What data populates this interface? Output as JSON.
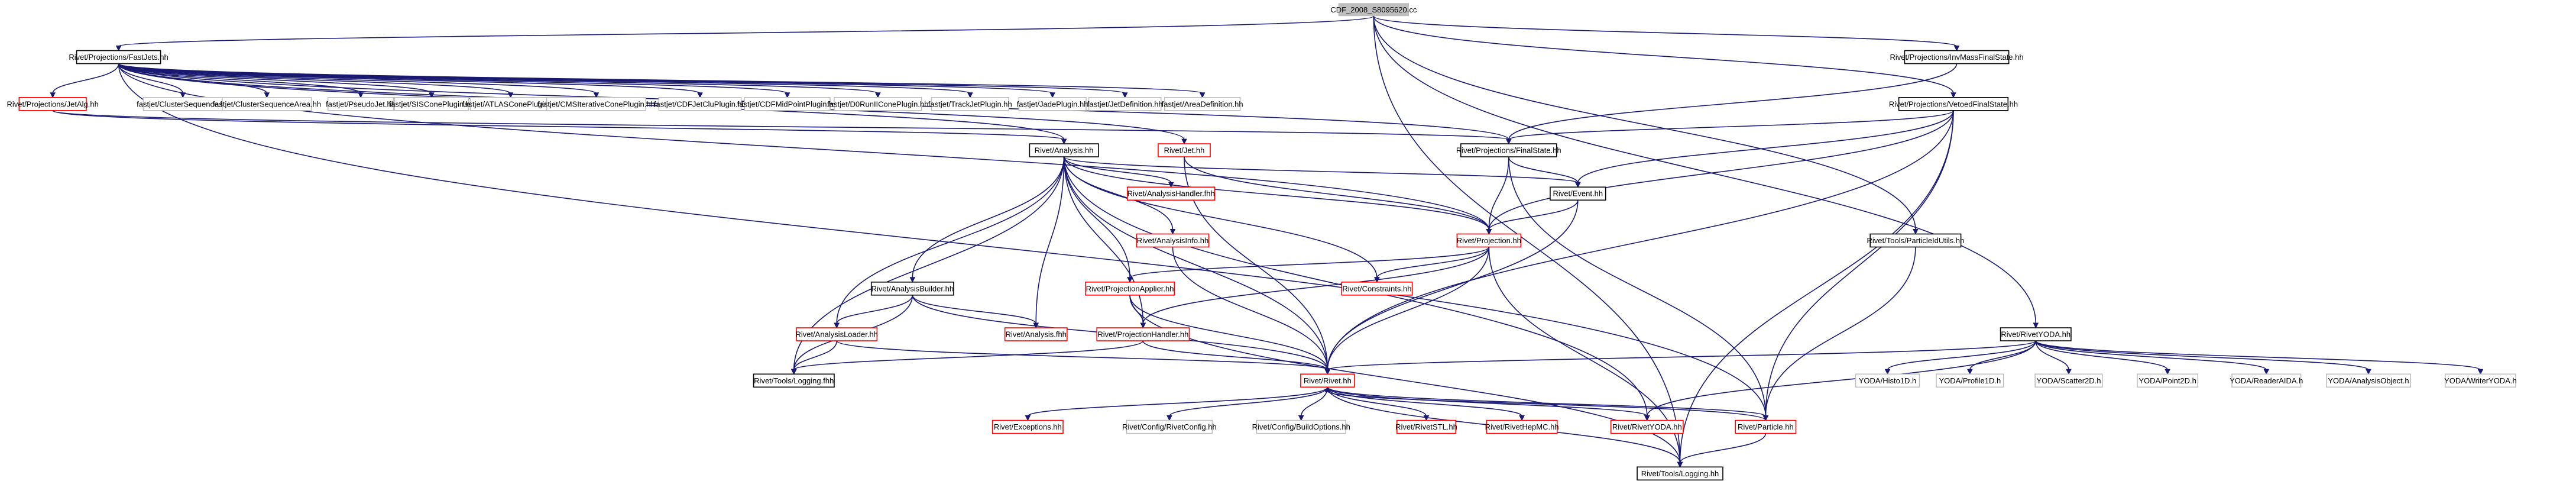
{
  "graph": {
    "title": "CDF_2008_S8095620.cc",
    "colors": {
      "edge": "#191970",
      "documented_border": "#000000",
      "undocumented_border": "#ff0000",
      "external_border": "#bfbfbf",
      "root_fill": "#bfbfbf"
    },
    "nodes": [
      {
        "id": "root",
        "label": "CDF_2008_S8095620.cc",
        "style": "root"
      },
      {
        "id": "fastjets",
        "label": "Rivet/Projections/FastJets.hh",
        "style": "black"
      },
      {
        "id": "invmass",
        "label": "Rivet/Projections/InvMassFinalState.hh",
        "style": "black"
      },
      {
        "id": "vetoed",
        "label": "Rivet/Projections/VetoedFinalState.hh",
        "style": "black"
      },
      {
        "id": "jetalg",
        "label": "Rivet/Projections/JetAlg.hh",
        "style": "red"
      },
      {
        "id": "clusterseq",
        "label": "fastjet/ClusterSequence.hh",
        "style": "gray"
      },
      {
        "id": "clusterseqarea",
        "label": "fastjet/ClusterSequenceArea.hh",
        "style": "gray"
      },
      {
        "id": "pseudojet",
        "label": "fastjet/PseudoJet.hh",
        "style": "gray"
      },
      {
        "id": "siscone",
        "label": "fastjet/SISConePlugin.hh",
        "style": "gray"
      },
      {
        "id": "atlascone",
        "label": "fastjet/ATLASConePlugin.hh",
        "style": "gray"
      },
      {
        "id": "cmsiter",
        "label": "fastjet/CMSIterativeConePlugin.hh",
        "style": "gray"
      },
      {
        "id": "cdfjetclu",
        "label": "fastjet/CDFJetCluPlugin.hh",
        "style": "gray"
      },
      {
        "id": "cdfmid",
        "label": "fastjet/CDFMidPointPlugin.hh",
        "style": "gray"
      },
      {
        "id": "d0run",
        "label": "fastjet/D0RunIIConePlugin.hh",
        "style": "gray"
      },
      {
        "id": "trackjet",
        "label": "fastjet/TrackJetPlugin.hh",
        "style": "gray"
      },
      {
        "id": "jade",
        "label": "fastjet/JadePlugin.hh",
        "style": "gray"
      },
      {
        "id": "jetdef",
        "label": "fastjet/JetDefinition.hh",
        "style": "gray"
      },
      {
        "id": "areadef",
        "label": "fastjet/AreaDefinition.hh",
        "style": "gray"
      },
      {
        "id": "analysis",
        "label": "Rivet/Analysis.hh",
        "style": "black"
      },
      {
        "id": "jet",
        "label": "Rivet/Jet.hh",
        "style": "red"
      },
      {
        "id": "finalstate",
        "label": "Rivet/Projections/FinalState.hh",
        "style": "black"
      },
      {
        "id": "event",
        "label": "Rivet/Event.hh",
        "style": "black"
      },
      {
        "id": "analysishandler",
        "label": "Rivet/AnalysisHandler.fhh",
        "style": "red"
      },
      {
        "id": "analysisinfo",
        "label": "Rivet/AnalysisInfo.hh",
        "style": "red"
      },
      {
        "id": "projection",
        "label": "Rivet/Projection.hh",
        "style": "red"
      },
      {
        "id": "particleidutils",
        "label": "Rivet/Tools/ParticleIdUtils.hh",
        "style": "black"
      },
      {
        "id": "projapplier",
        "label": "Rivet/ProjectionApplier.hh",
        "style": "red"
      },
      {
        "id": "constraints",
        "label": "Rivet/Constraints.hh",
        "style": "red"
      },
      {
        "id": "analysisbuilder",
        "label": "Rivet/AnalysisBuilder.hh",
        "style": "black"
      },
      {
        "id": "analysisloader",
        "label": "Rivet/AnalysisLoader.hh",
        "style": "red"
      },
      {
        "id": "analysisfhh",
        "label": "Rivet/Analysis.fhh",
        "style": "red"
      },
      {
        "id": "projhandler",
        "label": "Rivet/ProjectionHandler.hh",
        "style": "red"
      },
      {
        "id": "loggingfhh",
        "label": "Rivet/Tools/Logging.fhh",
        "style": "black"
      },
      {
        "id": "rivethh",
        "label": "Rivet/Rivet.hh",
        "style": "red"
      },
      {
        "id": "rivetyoda",
        "label": "Rivet/RivetYODA.hh",
        "style": "black"
      },
      {
        "id": "yodahisto1d",
        "label": "YODA/Histo1D.h",
        "style": "gray"
      },
      {
        "id": "yodaprofile1d",
        "label": "YODA/Profile1D.h",
        "style": "gray"
      },
      {
        "id": "yodascatter2d",
        "label": "YODA/Scatter2D.h",
        "style": "gray"
      },
      {
        "id": "yodapoint2d",
        "label": "YODA/Point2D.h",
        "style": "gray"
      },
      {
        "id": "yodareaderaida",
        "label": "YODA/ReaderAIDA.h",
        "style": "gray"
      },
      {
        "id": "yodaanalysisobject",
        "label": "YODA/AnalysisObject.h",
        "style": "gray"
      },
      {
        "id": "yodawriteryoda",
        "label": "YODA/WriterYODA.h",
        "style": "gray"
      },
      {
        "id": "exceptions",
        "label": "Rivet/Exceptions.hh",
        "style": "red"
      },
      {
        "id": "rivetconfig",
        "label": "Rivet/Config/RivetConfig.hh",
        "style": "gray"
      },
      {
        "id": "buildoptions",
        "label": "Rivet/Config/BuildOptions.hh",
        "style": "gray"
      },
      {
        "id": "rivetstl",
        "label": "Rivet/RivetSTL.hh",
        "style": "red"
      },
      {
        "id": "rivethepmc",
        "label": "Rivet/RivetHepMC.hh",
        "style": "red"
      },
      {
        "id": "rivetyodahh",
        "label": "Rivet/RivetYODA.hh",
        "style": "red"
      },
      {
        "id": "particle",
        "label": "Rivet/Particle.hh",
        "style": "red"
      },
      {
        "id": "logginghh",
        "label": "Rivet/Tools/Logging.hh",
        "style": "black"
      }
    ]
  }
}
